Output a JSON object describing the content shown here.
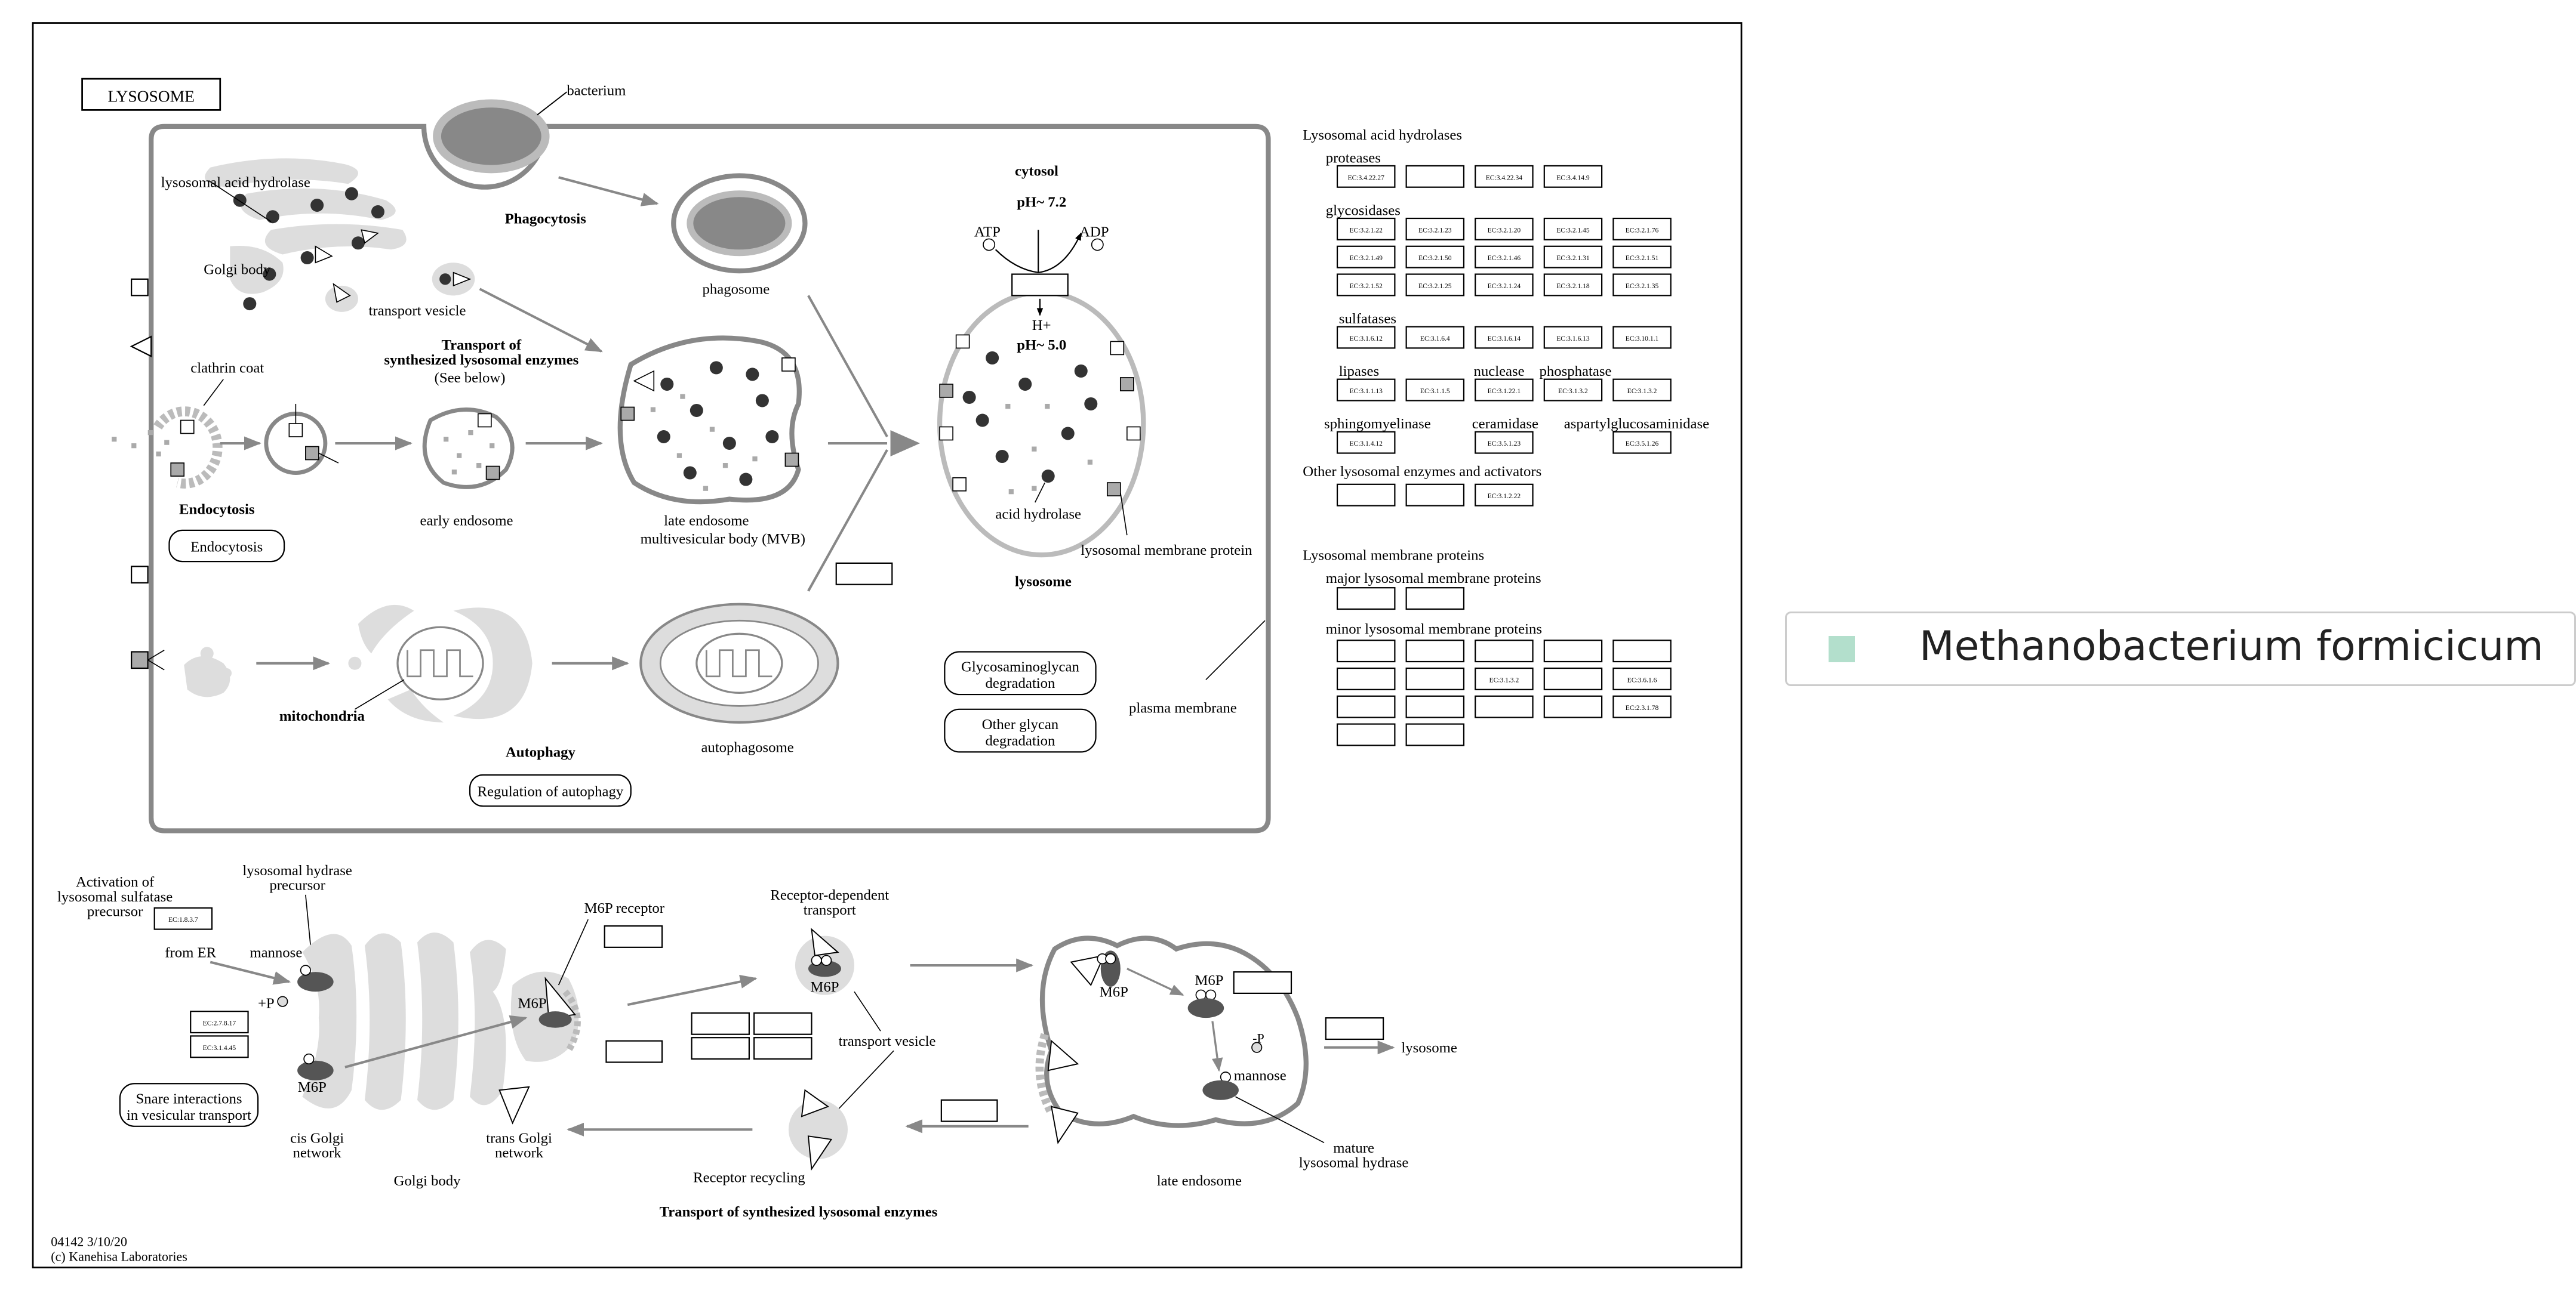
{
  "title": "LYSOSOME",
  "colors": {
    "organism_highlight": "#b3dfcc",
    "membrane": "#888888",
    "organelle_fill": "#dddddd",
    "dark_dot": "#333333",
    "grey_dot": "#aaaaaa"
  },
  "labels": {
    "bacterium": "bacterium",
    "phagocytosis": "Phagocytosis",
    "phagosome": "phagosome",
    "cytosol": "cytosol",
    "ph_cytosol": "pH~ 7.2",
    "atp": "ATP",
    "adp": "ADP",
    "h_plus": "H+",
    "ph_lysosome": "pH~ 5.0",
    "lysosomal_acid_hydrolase": "lysosomal acid hydrolase",
    "golgi_body_top": "Golgi body",
    "transport_vesicle_top": "transport vesicle",
    "transport_synth_1": "Transport of",
    "transport_synth_2": "synthesized lysosomal enzymes",
    "see_below": "(See below)",
    "clathrin_coat": "clathrin coat",
    "endocytosis_bold": "Endocytosis",
    "endocytosis_link": "Endocytosis",
    "early_endosome": "early endosome",
    "late_endosome_1": "late endosome",
    "late_endosome_2": "multivesicular body (MVB)",
    "acid_hydrolase": "acid hydrolase",
    "lysosomal_membrane_protein": "lysosomal membrane protein",
    "lysosome": "lysosome",
    "mitochondria": "mitochondria",
    "autophagy": "Autophagy",
    "autophagosome": "autophagosome",
    "regulation_autophagy": "Regulation of autophagy",
    "gag_1": "Glycosaminoglycan",
    "gag_2": "degradation",
    "other_glycan_1": "Other glycan",
    "other_glycan_2": "degradation",
    "plasma_membrane": "plasma membrane",
    "activation_1": "Activation of",
    "activation_2": "lysosomal sulfatase",
    "activation_3": "precursor",
    "hydrase_1": "lysosomal hydrase",
    "hydrase_2": "precursor",
    "m6p_receptor": "M6P receptor",
    "receptor_dep_1": "Receptor-dependent",
    "receptor_dep_2": "transport",
    "from_er": "from ER",
    "mannose": "mannose",
    "plus_p": "+P",
    "m6p": "M6P",
    "transport_vesicle_bottom": "transport vesicle",
    "minus_p": "-P",
    "mannose_2": "mannose",
    "lysosome_arrow": "lysosome",
    "mature_1": "mature",
    "mature_2": "lysosomal hydrase",
    "snare_1": "Snare interactions",
    "snare_2": "in vesicular transport",
    "cis_golgi_1": "cis Golgi",
    "cis_golgi_2": "network",
    "trans_golgi_1": "trans Golgi",
    "trans_golgi_2": "network",
    "golgi_body_bottom": "Golgi body",
    "receptor_recycling": "Receptor recycling",
    "late_endosome_bottom": "late endosome",
    "transport_bottom_title": "Transport of synthesized lysosomal enzymes",
    "map_id": "04142 3/10/20",
    "copyright": "(c) Kanehisa Laboratories"
  },
  "hydrolases": {
    "header": "Lysosomal acid hydrolases",
    "proteases": "proteases",
    "protease_ec": [
      "EC:3.4.22.27",
      "",
      "EC:3.4.22.34",
      "EC:3.4.14.9"
    ],
    "glycosidases": "glycosidases",
    "glycosidase_ec": [
      "EC:3.2.1.22",
      "EC:3.2.1.23",
      "EC:3.2.1.20",
      "EC:3.2.1.45",
      "EC:3.2.1.76",
      "EC:3.2.1.49",
      "EC:3.2.1.50",
      "EC:3.2.1.46",
      "EC:3.2.1.31",
      "EC:3.2.1.51",
      "EC:3.2.1.52",
      "EC:3.2.1.25",
      "EC:3.2.1.24",
      "EC:3.2.1.18",
      "EC:3.2.1.35"
    ],
    "sulfatases": "sulfatases",
    "sulfatase_ec": [
      "EC:3.1.6.12",
      "EC:3.1.6.4",
      "EC:3.1.6.14",
      "EC:3.1.6.13",
      "EC:3.10.1.1"
    ],
    "lipases": "lipases",
    "nuclease": "nuclease",
    "phosphatase": "phosphatase",
    "lipase_ec": [
      "EC:3.1.1.13",
      "EC:3.1.1.5",
      "EC:3.1.22.1",
      "EC:3.1.3.2",
      "EC:3.1.3.2"
    ],
    "sphingomyelinase": "sphingomyelinase",
    "ceramidase": "ceramidase",
    "aspartylglucosaminidase": "aspartylglucosaminidase",
    "sphingo_ec": [
      "EC:3.1.4.12",
      "EC:3.5.1.23",
      "EC:3.5.1.26"
    ],
    "other_header": "Other lysosomal enzymes and activators",
    "other_ec": [
      "",
      "",
      "EC:3.1.2.22"
    ]
  },
  "membrane_proteins": {
    "header": "Lysosomal membrane proteins",
    "major": "major lysosomal membrane proteins",
    "minor": "minor lysosomal membrane proteins",
    "minor_ec": [
      "",
      "",
      "",
      "",
      "",
      "",
      "",
      "EC:3.1.3.2",
      "",
      "EC:3.6.1.6",
      "",
      "",
      "",
      "",
      "EC:2.3.1.78",
      "",
      ""
    ]
  },
  "pathway_ec": {
    "sulfatase_activation": "EC:1.8.3.7",
    "phosphotransferase": "EC:2.7.8.17",
    "uncovering": "EC:3.1.4.45"
  },
  "legend": {
    "organism": "Methanobacterium formicicum"
  }
}
